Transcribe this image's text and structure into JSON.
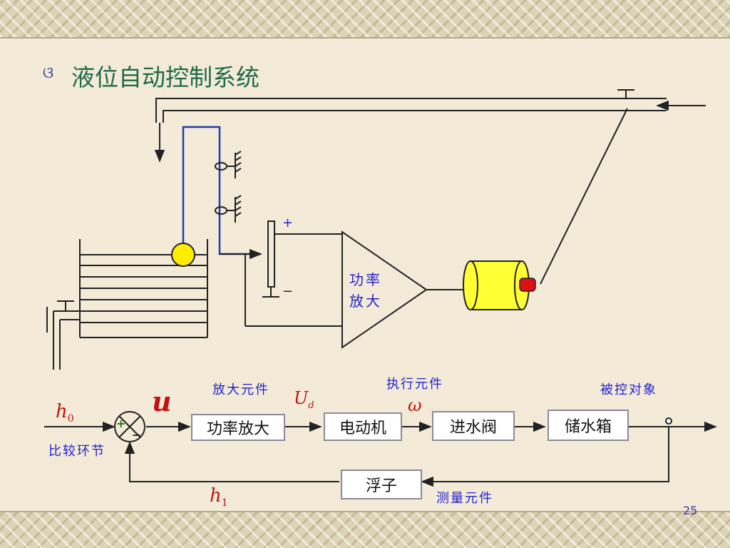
{
  "slide": {
    "title": "液位自动控制系统",
    "bullet_glyph": "ଓ",
    "page_number": "25"
  },
  "schematic": {
    "plus_sign": "+",
    "minus_sign": "−",
    "amplifier_label_line1": "功率",
    "amplifier_label_line2": "放大"
  },
  "block_diagram": {
    "input_symbol": "h",
    "input_subscript": "0",
    "comparator_label": "比较环节",
    "comparator_plus": "+",
    "comparator_minus": "−",
    "error_symbol": "u",
    "amplifier_stage_label": "放大元件",
    "amplifier_block": "功率放大",
    "voltage_symbol": "U",
    "voltage_subscript": "d",
    "actuator_stage_label": "执行元件",
    "motor_block": "电动机",
    "speed_symbol": "ω",
    "valve_block": "进水阀",
    "plant_stage_label": "被控对象",
    "tank_block": "储水箱",
    "float_block": "浮子",
    "sensor_stage_label": "测量元件",
    "feedback_symbol": "h",
    "feedback_subscript": "1"
  },
  "colors": {
    "wire": "#222222",
    "float_wire": "#1d3fa8",
    "float_ball": "#ffee00",
    "motor_body": "#ffff33",
    "motor_shaft": "#dd1111",
    "title": "#1f6b4a",
    "labels": "#2222cc",
    "symbols": "#c41010"
  }
}
